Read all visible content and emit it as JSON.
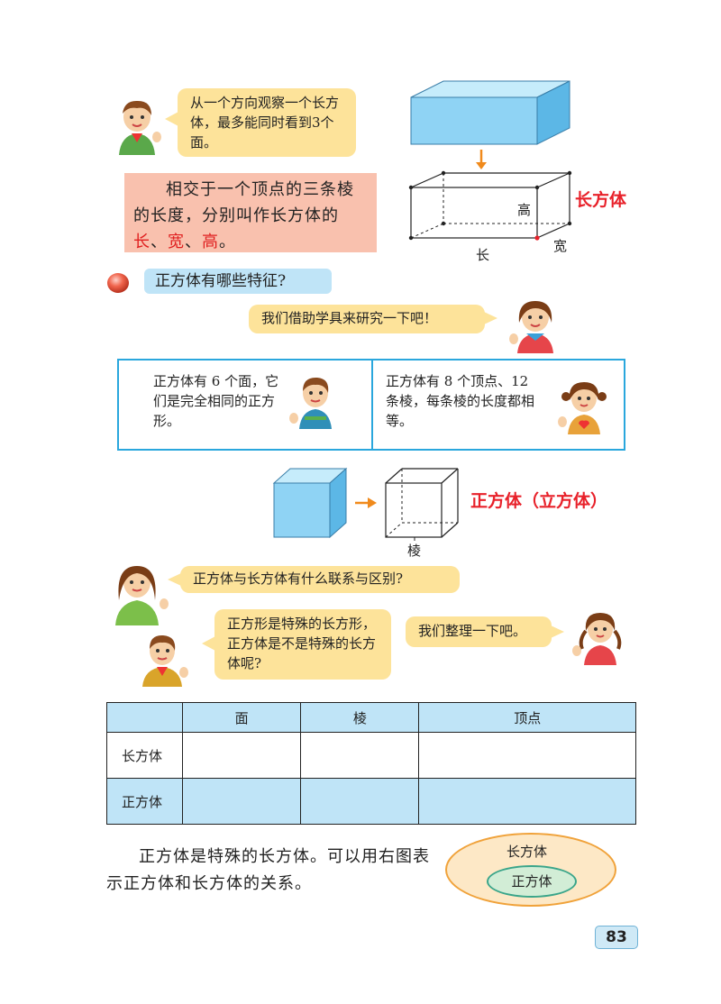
{
  "intro_bubble": {
    "text": "从一个方向观察一个长方体，最多能同时看到3个面。"
  },
  "definition": {
    "text_before": "相交于一个顶点的三条棱的长度，分别叫作长方体的",
    "term_length": "长",
    "sep1": "、",
    "term_width": "宽",
    "sep2": "、",
    "term_height": "高",
    "end": "。"
  },
  "cuboid_diagram": {
    "label_height": "高",
    "label_length": "长",
    "label_width": "宽",
    "name": "长方体"
  },
  "question": {
    "text": "正方体有哪些特征?"
  },
  "tools_bubble": {
    "text": "我们借助学具来研究一下吧！"
  },
  "features": {
    "faces": "正方体有 6 个面，它们是完全相同的正方形。",
    "vertices_edges": "正方体有 8 个顶点、12 条棱，每条棱的长度都相等。"
  },
  "cube_diagram": {
    "edge_label": "棱",
    "name": "正方体（立方体）"
  },
  "relation_question": {
    "text": "正方体与长方体有什么联系与区别?"
  },
  "special_bubble": {
    "text": "正方形是特殊的长方形，正方体是不是特殊的长方体呢?"
  },
  "organize_bubble": {
    "text": "我们整理一下吧。"
  },
  "table": {
    "headers": [
      "",
      "面",
      "棱",
      "顶点"
    ],
    "rows": [
      [
        "长方体",
        "",
        "",
        ""
      ],
      [
        "正方体",
        "",
        "",
        ""
      ]
    ]
  },
  "conclusion": {
    "text": "正方体是特殊的长方体。可以用右图表示正方体和长方体的关系。"
  },
  "venn": {
    "outer": "长方体",
    "inner": "正方体"
  },
  "page_number": "83",
  "colors": {
    "cube_blue": "#8fd3f4",
    "bubble_yellow": "#fde39a",
    "definition_pink": "#f9c1ae",
    "red": "#e8212a"
  }
}
